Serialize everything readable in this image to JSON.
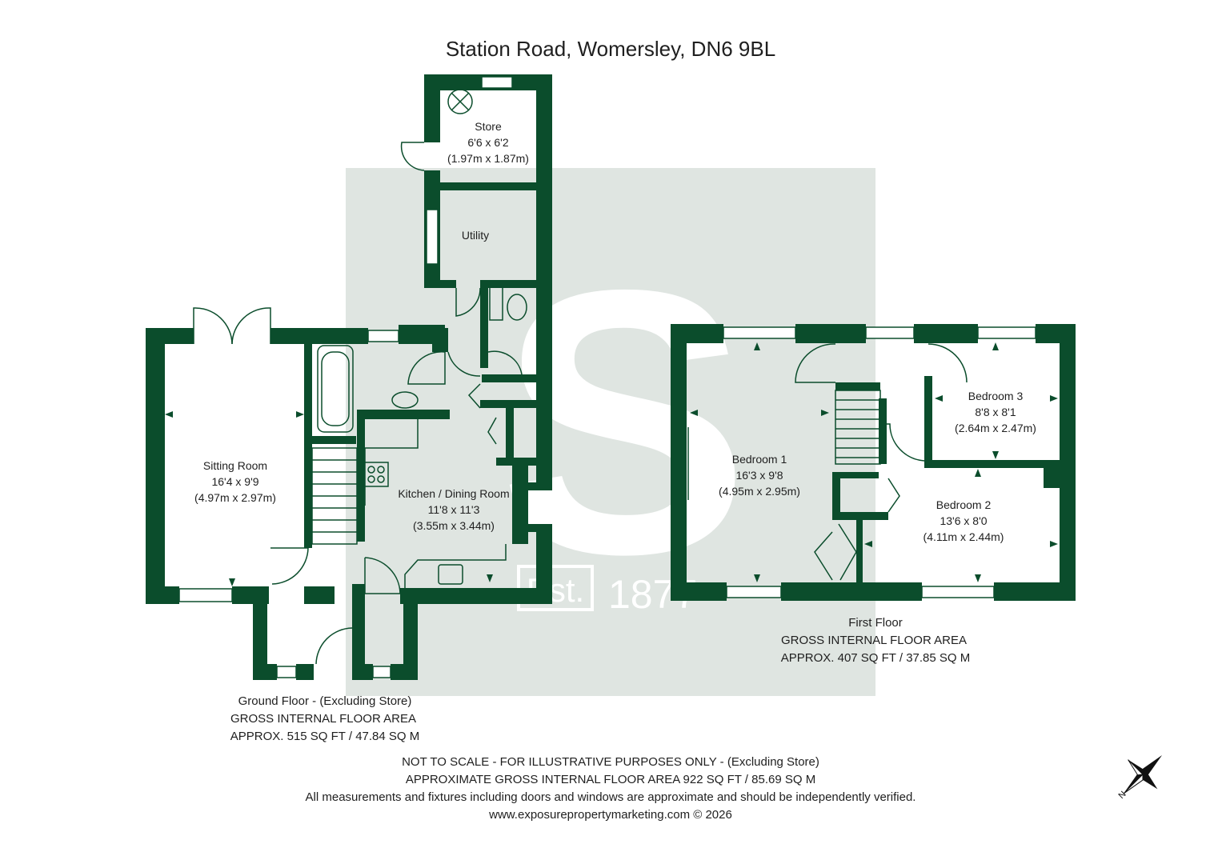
{
  "title": "Station Road, Womersley, DN6 9BL",
  "colors": {
    "wall": "#0b4d2c",
    "watermark": "#dfe5e1",
    "text": "#1f1f1f"
  },
  "rooms": {
    "store": {
      "name": "Store",
      "imperial": "6'6 x 6'2",
      "metric": "(1.97m x 1.87m)"
    },
    "utility": {
      "name": "Utility"
    },
    "sitting": {
      "name": "Sitting Room",
      "imperial": "16'4 x 9'9",
      "metric": "(4.97m x 2.97m)"
    },
    "kitchen": {
      "name": "Kitchen / Dining Room",
      "imperial": "11'8 x 11'3",
      "metric": "(3.55m x 3.44m)"
    },
    "bed1": {
      "name": "Bedroom 1",
      "imperial": "16'3 x 9'8",
      "metric": "(4.95m x 2.95m)"
    },
    "bed2": {
      "name": "Bedroom 2",
      "imperial": "13'6 x 8'0",
      "metric": "(4.11m x 2.44m)"
    },
    "bed3": {
      "name": "Bedroom 3",
      "imperial": "8'8 x 8'1",
      "metric": "(2.64m x 2.47m)"
    }
  },
  "ground_floor": {
    "label": "Ground Floor - (Excluding Store)",
    "gia": "GROSS INTERNAL FLOOR AREA",
    "approx": "APPROX. 515 SQ FT / 47.84 SQ M"
  },
  "first_floor": {
    "label": "First Floor",
    "gia": "GROSS INTERNAL FLOOR AREA",
    "approx": "APPROX. 407 SQ FT / 37.85 SQ M"
  },
  "footer": {
    "line1": "NOT TO SCALE - FOR ILLUSTRATIVE PURPOSES ONLY - (Excluding Store)",
    "line2": "APPROXIMATE GROSS INTERNAL FLOOR AREA 922 SQ FT / 85.69 SQ M",
    "line3": "All measurements and fixtures including doors and windows are approximate and should be independently verified.",
    "line4": "www.exposurepropertymarketing.com © 2026"
  },
  "watermark": {
    "letter": "S",
    "est": "Est.",
    "year": "1877"
  },
  "compass": {
    "label": "N"
  }
}
